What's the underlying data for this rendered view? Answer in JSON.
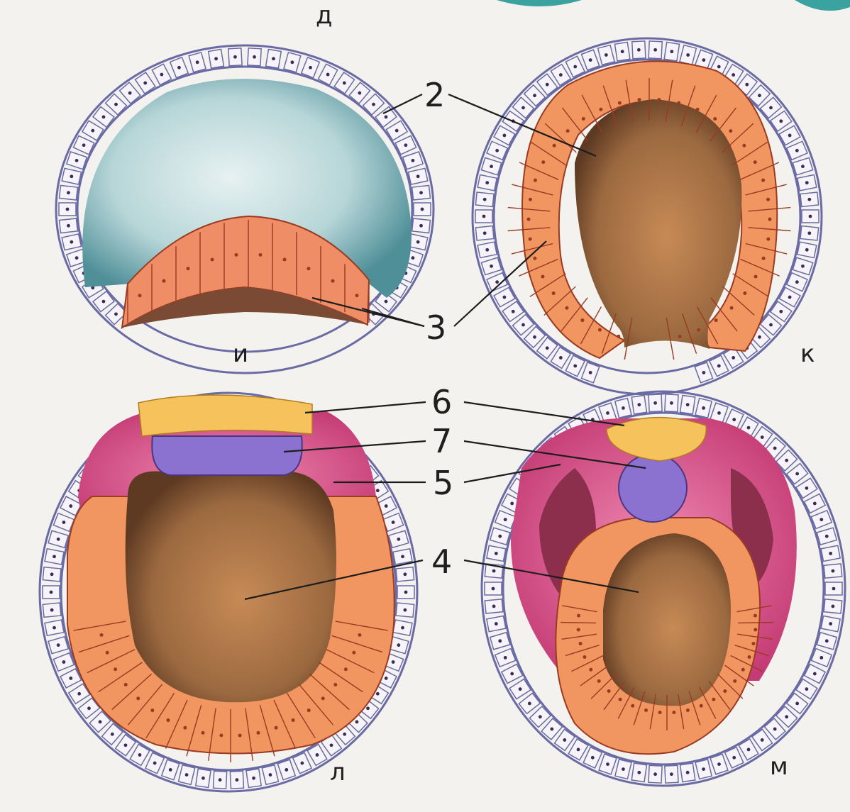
{
  "top_label": "д",
  "panels": [
    {
      "letter": "и"
    },
    {
      "letter": "к"
    },
    {
      "letter": "л"
    },
    {
      "letter": "м"
    }
  ],
  "callouts": [
    "2",
    "3",
    "6",
    "7",
    "5",
    "4"
  ],
  "colors": {
    "ectoderm": "#f6f4f8",
    "ectoderm_outline": "#6a6aa4",
    "blastocoel": "#8fb9bf",
    "endoderm": "#ef9466",
    "archenteron": "#9a6a44",
    "mesoderm": "#e36a9a",
    "notochord": "#8c72d0",
    "neural_plate": "#f4c15c"
  }
}
